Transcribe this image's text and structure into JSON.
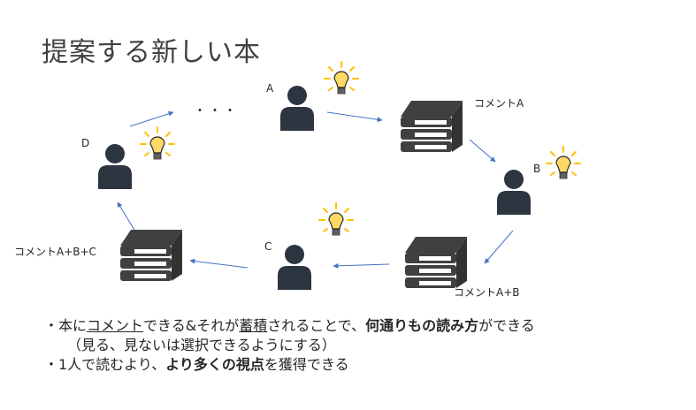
{
  "title": "提案する新しい本",
  "nodes": {
    "a_label": "A",
    "b_label": "B",
    "c_label": "C",
    "d_label": "D",
    "ellipsis": "・・・"
  },
  "books": {
    "comment_a": "コメントA",
    "comment_ab": "コメントA+B",
    "comment_abc": "コメントA+B+C"
  },
  "bullets": {
    "b1_prefix": "・本に",
    "b1_u1": "コメント",
    "b1_mid1": "できる&それが",
    "b1_u2": "蓄積",
    "b1_mid2": "されることで、",
    "b1_bold": "何通りもの読み方",
    "b1_suffix": "ができる",
    "b1_sub": "（見る、見ないは選択できるようにする）",
    "b2_prefix": "・1人で読むより、",
    "b2_bold": "より多くの視点",
    "b2_suffix": "を獲得できる"
  },
  "colors": {
    "person": "#2d3540",
    "book_dark": "#404040",
    "book_page": "#ffffff",
    "arrow": "#4472c4",
    "bulb_fill": "#ffd966",
    "bulb_ray": "#ffc000"
  }
}
